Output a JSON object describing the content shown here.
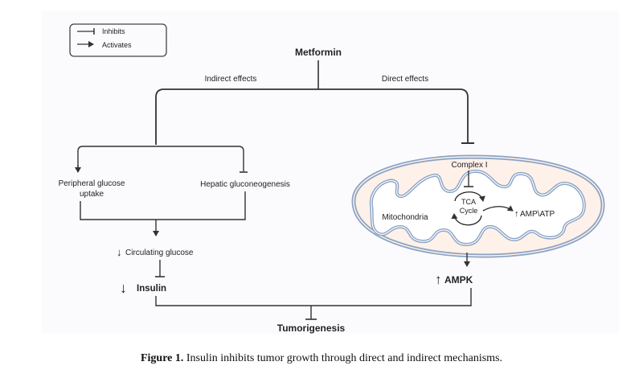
{
  "legend": {
    "inhibits_label": "Inhibits",
    "activates_label": "Activates"
  },
  "nodes": {
    "metformin": "Metformin",
    "indirect_effects": "Indirect effects",
    "direct_effects": "Direct effects",
    "peripheral_line1": "Peripheral glucose",
    "peripheral_line2": "uptake",
    "hepatic": "Hepatic gluconeogenesis",
    "circulating_glucose": "Circulating glucose",
    "insulin": "Insulin",
    "complex_i": "Complex I",
    "tca_line1": "TCA",
    "tca_line2": "Cycle",
    "mitochondria": "Mitochondria",
    "amp_atp": "AMP\\ATP",
    "ampk": "AMPK",
    "tumorigenesis": "Tumorigenesis"
  },
  "indicators": {
    "circulating_glucose": "↓",
    "insulin": "↓",
    "amp_atp": "↑",
    "ampk": "↑"
  },
  "colors": {
    "line": "#333333",
    "membrane": "#8aa3c4",
    "matrix": "#fdf1ea",
    "panel": "#fbfbfe"
  },
  "caption": {
    "label": "Figure 1.",
    "text": " Insulin inhibits tumor growth through direct and indirect mechanisms."
  }
}
